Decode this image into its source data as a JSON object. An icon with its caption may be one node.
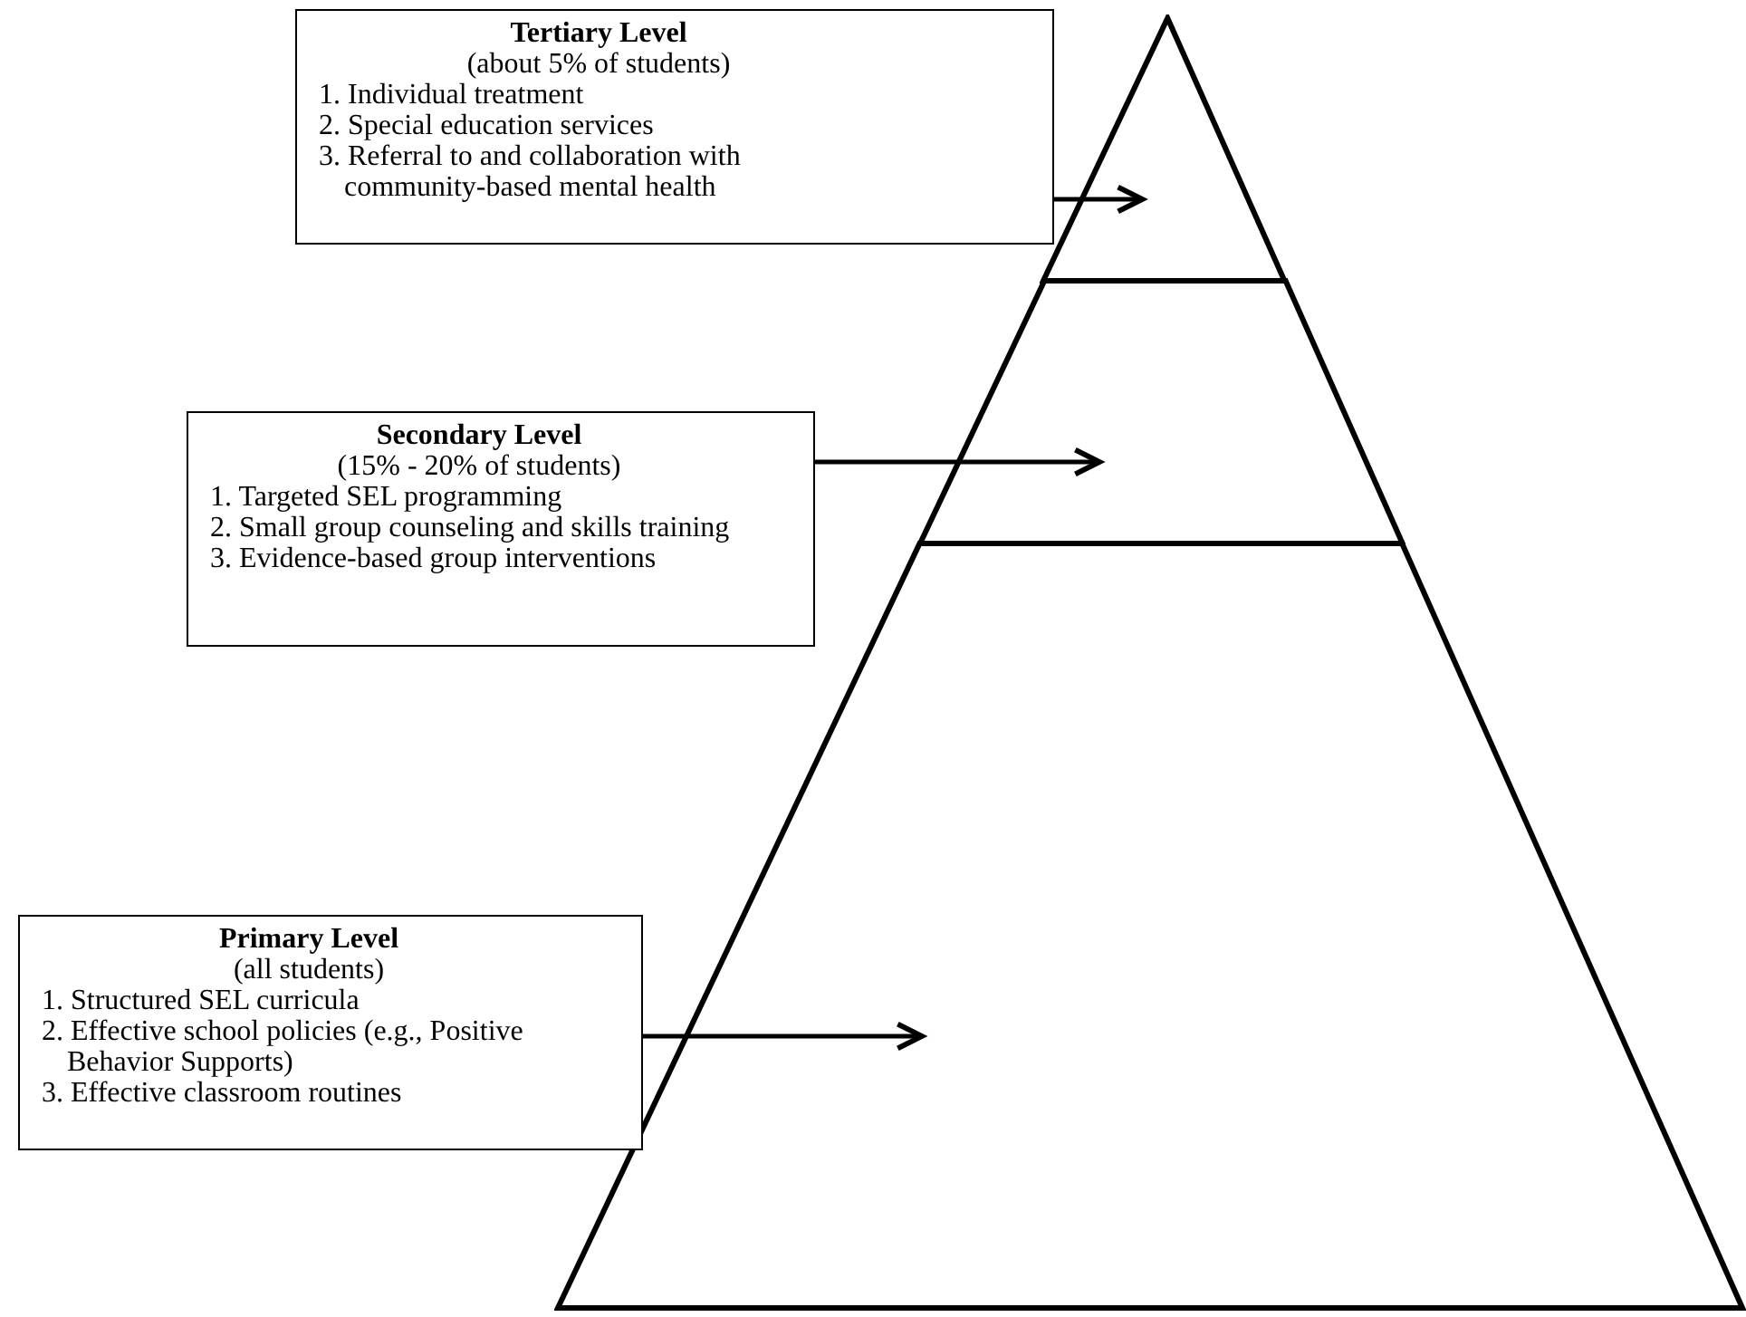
{
  "diagram": {
    "nodes": [
      {
        "text": [
          "Tertiary Level",
          "(about 5% of students)",
          "1. Individual treatment",
          "2. Special education services",
          "3. Referral to and collaboration with community-based mental health"
        ]
      },
      {
        "text": [],
        "shape": "triangle"
      },
      {
        "text": [
          "Secondary Level",
          "(15% - 20% of students)",
          "1. Targeted SEL programming",
          "2. Small group counseling and skills training",
          "3. Evidence-based group interventions"
        ]
      },
      {
        "text": [],
        "shape": "trapezoid"
      },
      {
        "text": [
          "Primary Level",
          "(all students)",
          "1. Structured SEL curricula",
          "2. Effective school policies (e.g., Positive Behavior Supports)",
          "3. Effective classroom routines"
        ]
      },
      {
        "text": [],
        "shape": "trapezoid"
      }
    ],
    "edges": [
      {
        "from": 0,
        "to": 1,
        "arrow": "to"
      },
      {
        "from": 2,
        "to": 3,
        "arrow": "to"
      },
      {
        "from": 4,
        "to": 5,
        "arrow": "to"
      }
    ]
  }
}
